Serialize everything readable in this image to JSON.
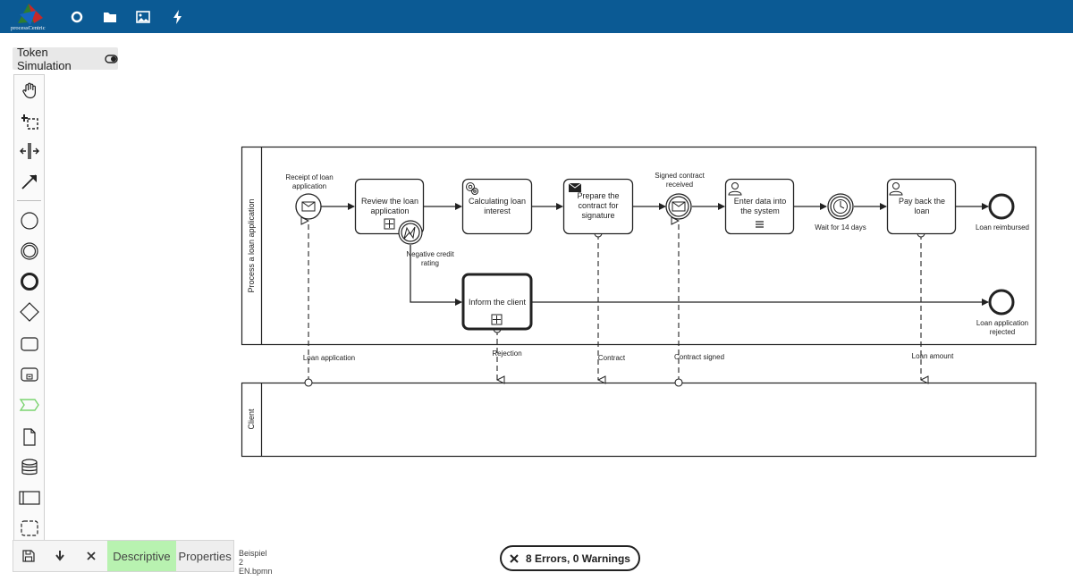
{
  "topbar": {
    "logo_text": "processCentric",
    "icons": [
      "circle-icon",
      "folder-icon",
      "image-icon",
      "lightning-icon"
    ],
    "color": "#0b5a94"
  },
  "token_simulation": {
    "label": "Token Simulation"
  },
  "palette": {
    "tools": [
      "hand-tool",
      "lasso-tool",
      "space-tool",
      "global-connect-tool",
      "start-event",
      "intermediate-event",
      "end-event",
      "gateway",
      "task",
      "subprocess",
      "participant-expanded-green",
      "data-object",
      "data-store",
      "pool",
      "group"
    ]
  },
  "diagram": {
    "pools": [
      {
        "name": "Process a loan application"
      },
      {
        "name": "Client"
      }
    ],
    "events": {
      "receipt": "Receipt of loan application",
      "negative_line1": "Negative credit",
      "negative_line2": "rating",
      "signed_line1": "Signed contract",
      "signed_line2": "received",
      "wait": "Wait for 14 days",
      "reimbursed": "Loan reimbursed",
      "rejected_line1": "Loan application",
      "rejected_line2": "rejected"
    },
    "tasks": {
      "review_line1": "Review the loan",
      "review_line2": "application",
      "calc_line1": "Calculating loan",
      "calc_line2": "interest",
      "prepare_line1": "Prepare the",
      "prepare_line2": "contract for",
      "prepare_line3": "signature",
      "enter_line1": "Enter data into",
      "enter_line2": "the system",
      "pay_line1": "Pay back the",
      "pay_line2": "loan",
      "inform": "Inform the client"
    },
    "message_flows": {
      "loan_application": "Loan application",
      "rejection": "Rejection",
      "contract": "Contract",
      "contract_signed": "Contract signed",
      "loan_amount": "Loan amount"
    },
    "receipt_line1": "Receipt of loan",
    "receipt_line2": "application"
  },
  "bottom": {
    "save_icon": "save-icon",
    "download_icon": "download-icon",
    "close_icon": "close-icon",
    "tab_descriptive": "Descriptive",
    "tab_properties": "Properties",
    "file_line1": "Beispiel",
    "file_line2": "2",
    "file_line3": "EN.bpmn",
    "active_tab_color": "#b8f2b0"
  },
  "status": {
    "errors_label": "8 Errors, 0 Warnings"
  }
}
